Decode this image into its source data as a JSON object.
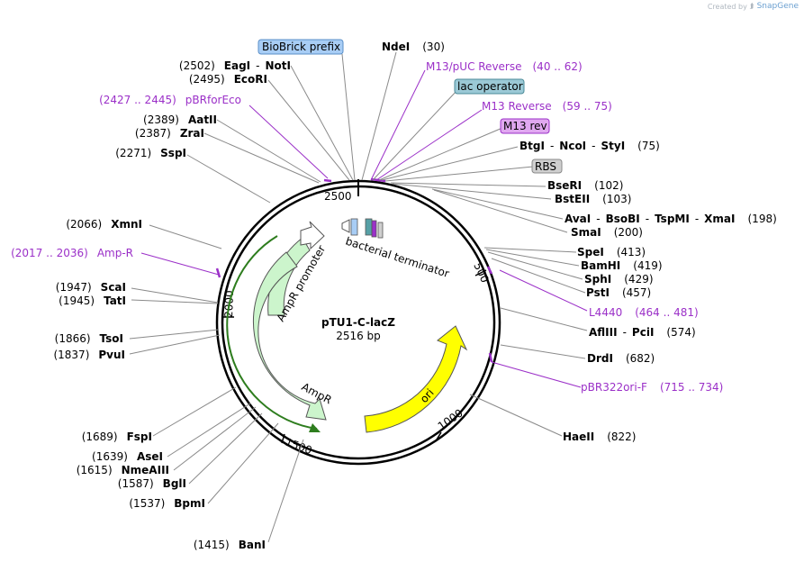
{
  "watermark": {
    "prefix": "Created by",
    "brand": "SnapGene"
  },
  "plasmid": {
    "name": "pTU1-C-lacZ",
    "size": "2516 bp"
  },
  "ticks": [
    "500",
    "1000",
    "1500",
    "2000",
    "2500"
  ],
  "features": {
    "biobrick_prefix": "BioBrick prefix",
    "m13_puc_reverse": {
      "name": "M13/pUC Reverse",
      "range": "(40 .. 62)"
    },
    "lac_operator": "lac operator",
    "m13_reverse": {
      "name": "M13 Reverse",
      "range": "(59 .. 75)"
    },
    "m13_rev": "M13 rev",
    "rbs": "RBS",
    "pbrforeco": {
      "name": "pBRforEco",
      "range": "(2427 .. 2445)"
    },
    "amp_r": {
      "name": "Amp-R",
      "range": "(2017 .. 2036)"
    },
    "l4440": {
      "name": "L4440",
      "range": "(464 .. 481)"
    },
    "pbr322ori_f": {
      "name": "pBR322ori-F",
      "range": "(715 .. 734)"
    },
    "bacterial_terminator": "bacterial terminator",
    "ampr_promoter": "AmpR promoter",
    "ampr": "AmpR",
    "ori": "ori"
  },
  "sites": {
    "ndei": {
      "name": "NdeI",
      "pos": "(30)"
    },
    "eagi_noti": {
      "pos": "(2502)",
      "name1": "EagI",
      "sep": "-",
      "name2": "NotI"
    },
    "ecori": {
      "pos": "(2495)",
      "name": "EcoRI"
    },
    "aatii": {
      "pos": "(2389)",
      "name": "AatII"
    },
    "zrai": {
      "pos": "(2387)",
      "name": "ZraI"
    },
    "sspi": {
      "pos": "(2271)",
      "name": "SspI"
    },
    "btgi_ncoi_styi": {
      "name1": "BtgI",
      "name2": "NcoI",
      "name3": "StyI",
      "sep": "-",
      "pos": "(75)"
    },
    "bseri": {
      "name": "BseRI",
      "pos": "(102)"
    },
    "bsteii": {
      "name": "BstEII",
      "pos": "(103)"
    },
    "avai_group": {
      "name1": "AvaI",
      "name2": "BsoBI",
      "name3": "TspMI",
      "name4": "XmaI",
      "sep": "-",
      "pos": "(198)"
    },
    "smai": {
      "name": "SmaI",
      "pos": "(200)"
    },
    "spei": {
      "name": "SpeI",
      "pos": "(413)"
    },
    "bamhi": {
      "name": "BamHI",
      "pos": "(419)"
    },
    "sphi": {
      "name": "SphI",
      "pos": "(429)"
    },
    "psti": {
      "name": "PstI",
      "pos": "(457)"
    },
    "afliii_pcii": {
      "name1": "AflIII",
      "sep": "-",
      "name2": "PciI",
      "pos": "(574)"
    },
    "drdi": {
      "name": "DrdI",
      "pos": "(682)"
    },
    "haeii": {
      "name": "HaeII",
      "pos": "(822)"
    },
    "xmni": {
      "pos": "(2066)",
      "name": "XmnI"
    },
    "scai": {
      "pos": "(1947)",
      "name": "ScaI"
    },
    "tati": {
      "pos": "(1945)",
      "name": "TatI"
    },
    "tsoi": {
      "pos": "(1866)",
      "name": "TsoI"
    },
    "pvui": {
      "pos": "(1837)",
      "name": "PvuI"
    },
    "fspi": {
      "pos": "(1689)",
      "name": "FspI"
    },
    "asei": {
      "pos": "(1639)",
      "name": "AseI"
    },
    "nmeaiii": {
      "pos": "(1615)",
      "name": "NmeAIII"
    },
    "bgli": {
      "pos": "(1587)",
      "name": "BglI"
    },
    "bpmi": {
      "pos": "(1537)",
      "name": "BpmI"
    },
    "bani": {
      "pos": "(1415)",
      "name": "BanI"
    }
  },
  "colors": {
    "backbone": "#000000",
    "ampr_fill": "#ccf5cc",
    "ampr_stroke": "#2e7d1e",
    "ori_fill": "#ffff00",
    "primer": "#9b30c8",
    "biobrick_fill": "#a8cdf5",
    "lac_operator_fill": "#9bc9d6",
    "m13_rev_fill": "#e0a8f0",
    "rbs_fill": "#cfcfcf",
    "leader_line": "#8a8a8a"
  }
}
